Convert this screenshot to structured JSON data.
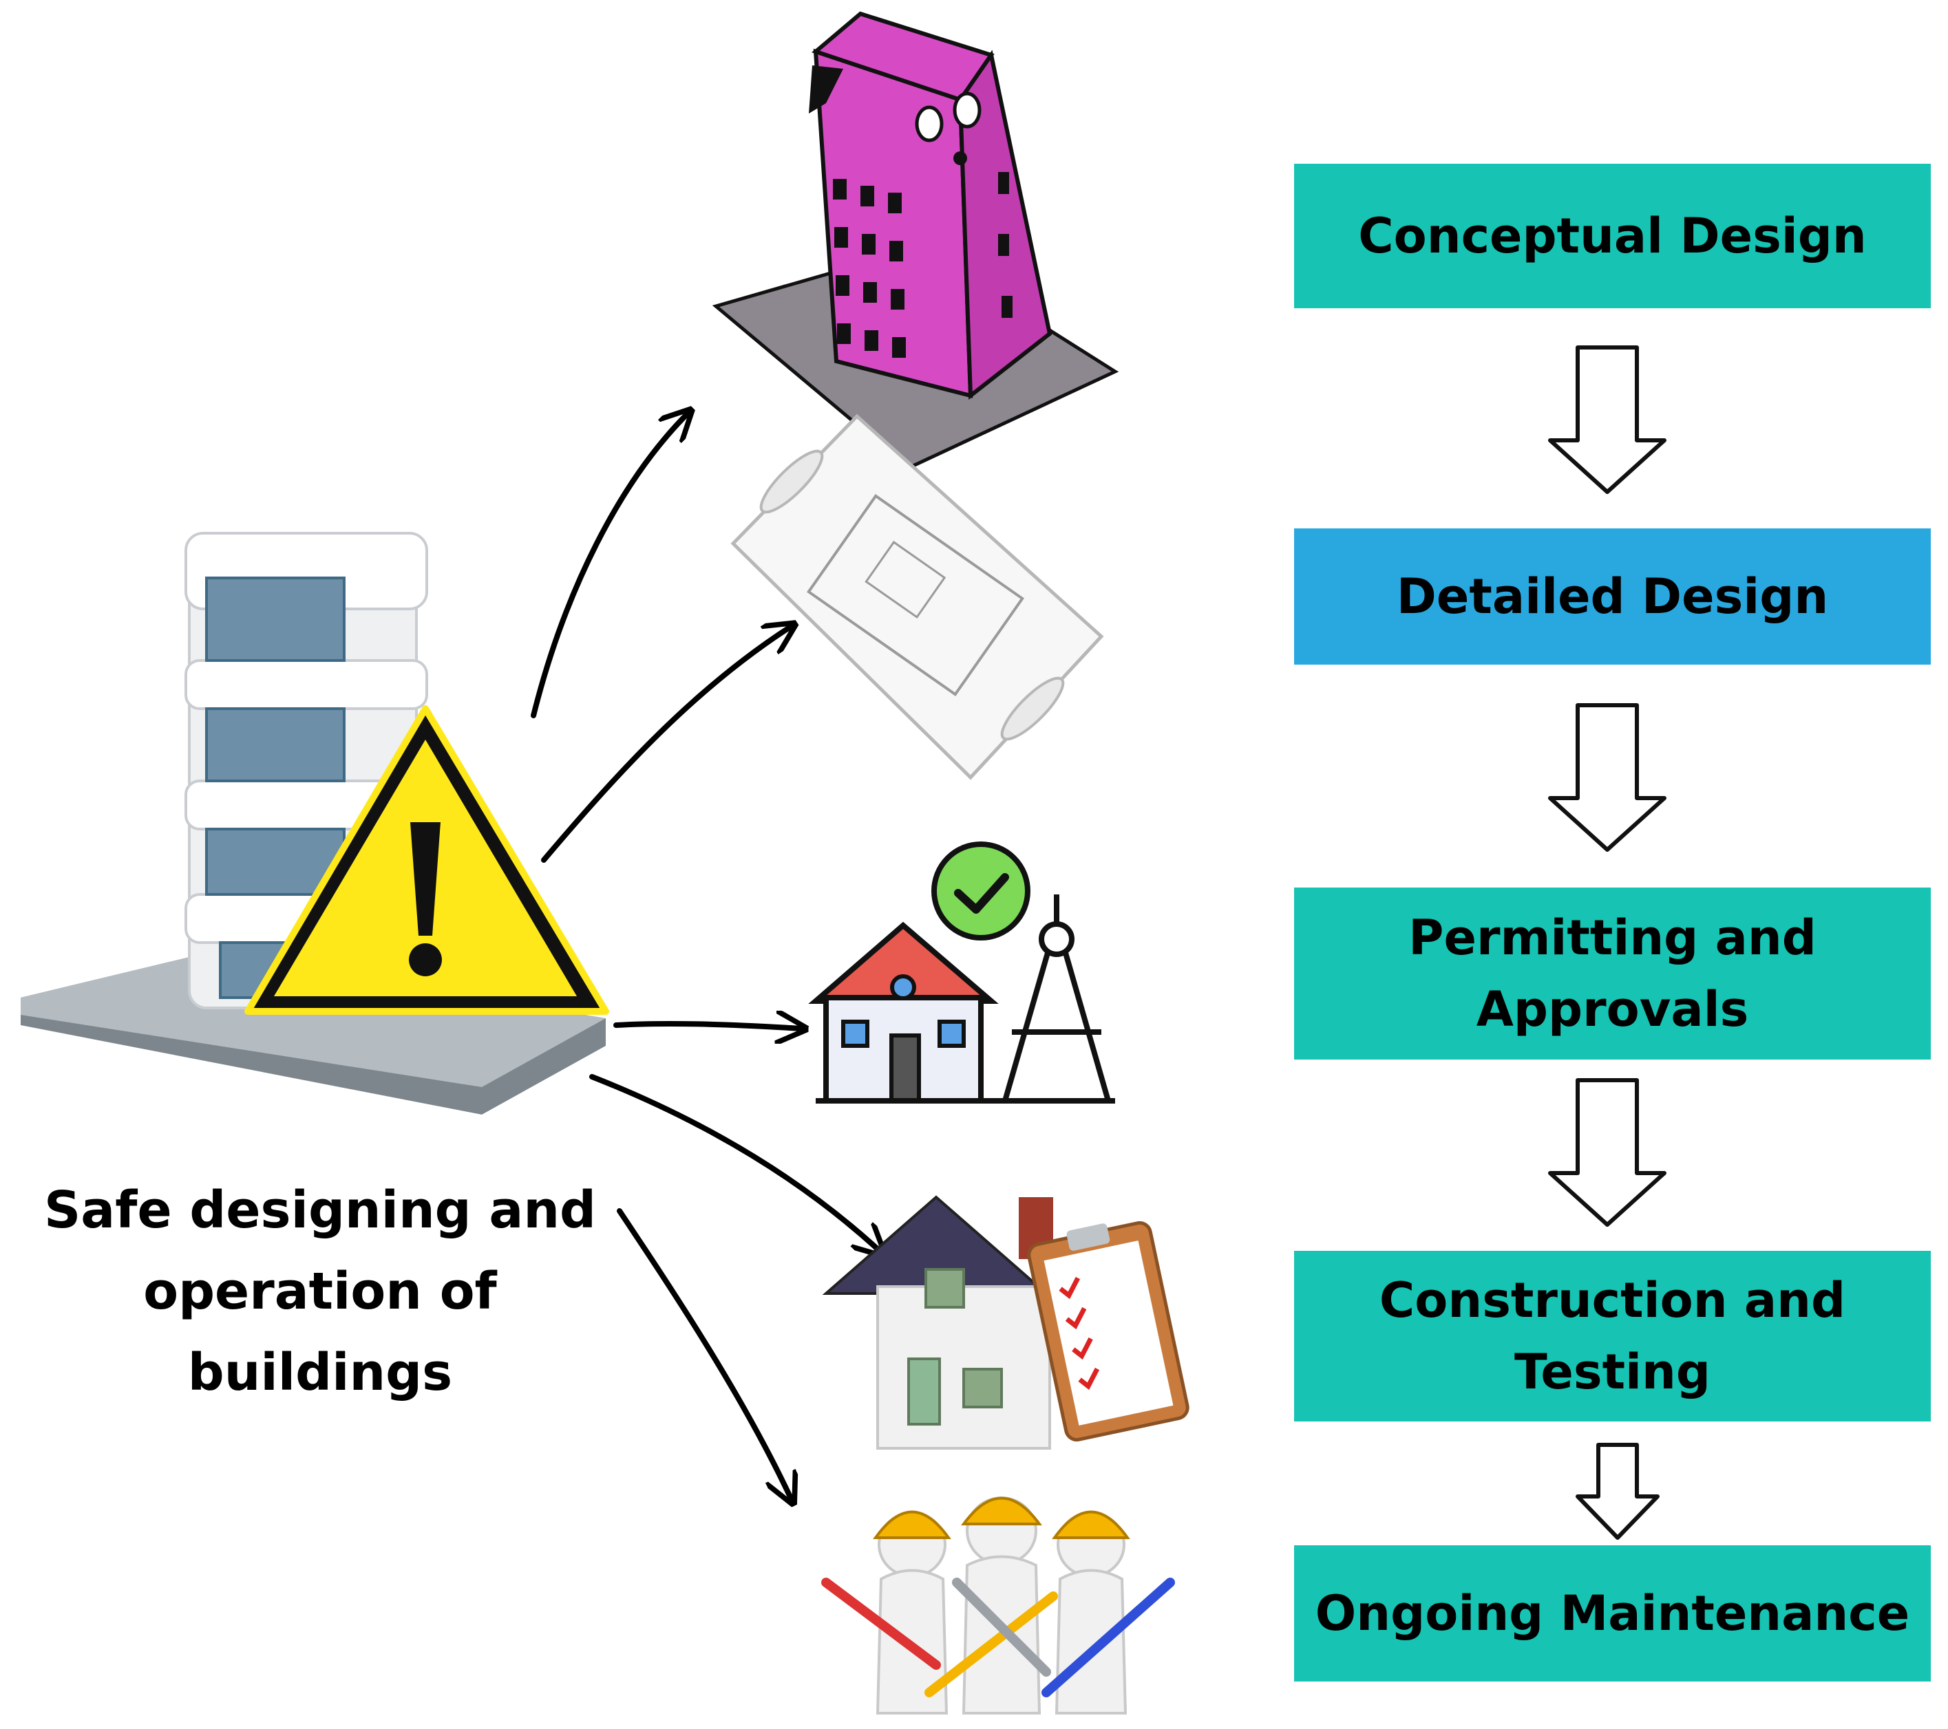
{
  "colors": {
    "step_primary": "#17C3B2",
    "step_highlight": "#29A8E0",
    "warning_yellow": "#FFE81A",
    "tower_magenta": "#D64BC4"
  },
  "icons": [
    "office-building-icon",
    "warning-triangle-icon",
    "collapsing-tower-icon",
    "blueprint-scroll-icon",
    "house-approved-compass-icon",
    "house-checklist-icon",
    "workers-with-tools-icon",
    "down-arrow-icon"
  ],
  "caption": "Safe designing and\noperation of\nbuildings",
  "steps": [
    {
      "label": "Conceptual Design",
      "color": "#17C3B2"
    },
    {
      "label": "Detailed Design",
      "color": "#29A8E0"
    },
    {
      "label": "Permitting and\nApprovals",
      "color": "#17C3B2"
    },
    {
      "label": "Construction and\nTesting",
      "color": "#17C3B2"
    },
    {
      "label": "Ongoing Maintenance",
      "color": "#17C3B2"
    }
  ]
}
